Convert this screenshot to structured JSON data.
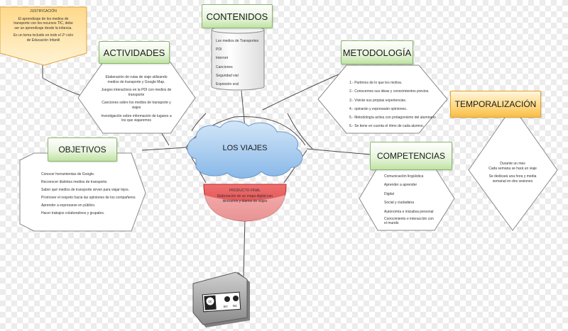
{
  "justificacion": {
    "title": "JUSTIFICACIÓN",
    "body": "El aprendizaje de los medios de transporte con los recursos TIC, debe ser un aprendizaje desde la infancia.",
    "note": "Es un tema incluido en todo el 2º ciclo de Educación Infantil"
  },
  "contenidos": {
    "title": "CONTENIDOS",
    "items": [
      "Los medios de Transportes",
      "PDI",
      "Internet",
      "Canciones",
      "Seguridad vial",
      "Expresión oral"
    ]
  },
  "actividades": {
    "title": "ACTIVIDADES",
    "items": [
      "Elaboración de rutas de viaje utilizando medios de transporte y Google Map.",
      "Juegos interactivos en la PDI con medios de transporte",
      "Canciones sobre los medios de transporte y viajes",
      "Investigación sobre información de lugares a los que viajaremos"
    ]
  },
  "metodologia": {
    "title": "METODOLOGÍA",
    "items": [
      "1.- Partimos de lo que les motiva.",
      "2.- Conocemos sus ideas y conocimientos previos.",
      "3.- Vivirán sus propias experiencias.",
      "4.- opinarán y expresarán opiniones.",
      "5.- Metodología activa con protagonismo del alumnado.",
      "6.- Se tiene en cuenta el ritmo de cada alumno."
    ]
  },
  "temporalizacion": {
    "title": "TEMPORALIZACIÓN",
    "items": [
      "Durante un mes",
      "Cada semana se hará un viaje",
      "Se dedicará una hora y media semanal en dos sesiones"
    ]
  },
  "objetivos": {
    "title": "OBJETIVOS",
    "items": [
      "Conocer herramientas de Google.",
      "Reconocer distintos medios de transporte.",
      "Saber qué medios de transporte sirven para viajar lejos.",
      "Promover el respeto hacia las opiniones de los compañeros",
      "Aprender a expresarse en público.",
      "Hacer trabajos colaborativos y grupales."
    ]
  },
  "competencias": {
    "title": "COMPETENCIAS",
    "items": [
      "Comunicación lingüística",
      "Aprender a aprender",
      "Digital",
      "Social y ciudadana",
      "Autonomía e iniciativa personal",
      "Conocimiento e interacción con el mundo"
    ]
  },
  "center": {
    "title": "LOS VIAJES"
  },
  "producto": {
    "title": "PRODUCTO FINAL",
    "body": "Elaboración de un mapa digital con itinerarios y diarios de viajes"
  },
  "license": {
    "cc": "cc",
    "by": "BY",
    "nc": "NC"
  },
  "colors": {
    "header_green_border": "#8ab56c",
    "header_orange_border": "#e2a12a",
    "cloud_blue": "#a9cdf0",
    "product_red": "#e44a4a",
    "connector": "#4a4a4a"
  }
}
